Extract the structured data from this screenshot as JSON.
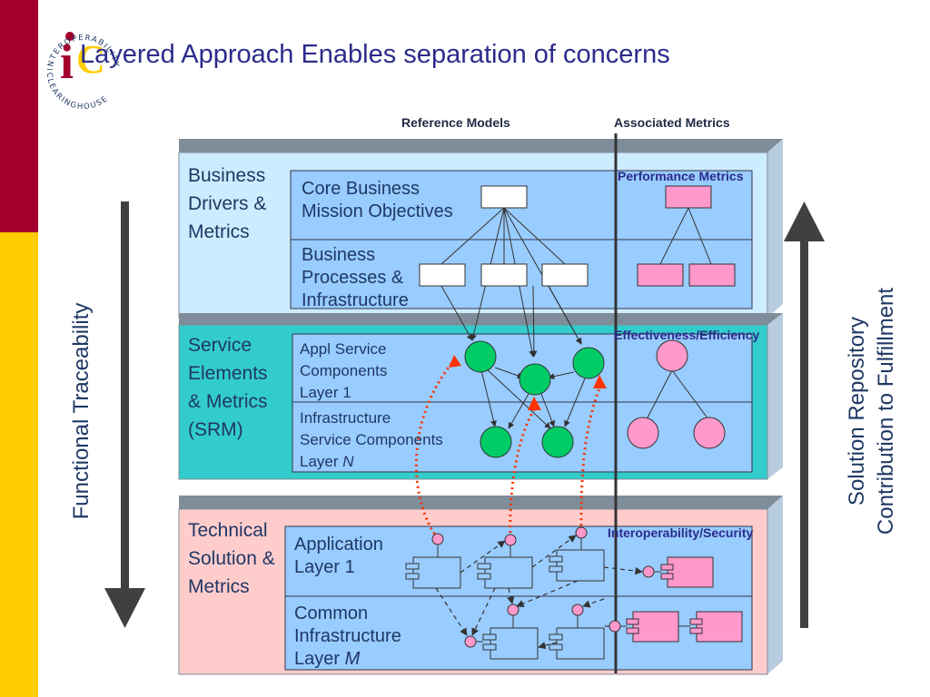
{
  "title": "Layered Approach Enables separation of concerns",
  "logo": {
    "ring_text": "INTEROPERABILITY CLEARINGHOUSE",
    "letters": "iC"
  },
  "columns": {
    "left": "Reference Models",
    "right": "Associated Metrics"
  },
  "layers": [
    {
      "label": "Business\nDrivers &\nMetrics",
      "sub": [
        "Core Business\nMission Objectives",
        "Business\nProcesses &\nInfrastructure"
      ],
      "metric": "Performance Metrics"
    },
    {
      "label": "Service\nElements\n& Metrics\n(SRM)",
      "sub": [
        "Appl Service\nComponents\nLayer 1",
        "Infrastructure\nService Components\nLayer "
      ],
      "sub_italic": "N",
      "metric": "Effectiveness/Efficiency"
    },
    {
      "label": "Technical\nSolution &\nMetrics",
      "sub": [
        "Application\nLayer 1",
        "Common\nInfrastructure\nLayer "
      ],
      "sub_italic": "M",
      "metric": "Interoperability/Security"
    }
  ],
  "side": {
    "left": "Functional Traceability",
    "right_line1": "Solution Repository",
    "right_line2": "Contribution to Fulfillment"
  },
  "colors": {
    "business_bg": "#CCECFF",
    "service_bg": "#33CCCC",
    "technical_bg": "#FFCCCC",
    "inner_box": "#99CCFF",
    "green_node": "#00CC66",
    "pink_node": "#FF99CC",
    "dotted_link": "#FF3300",
    "arrow_gray": "#404040"
  }
}
